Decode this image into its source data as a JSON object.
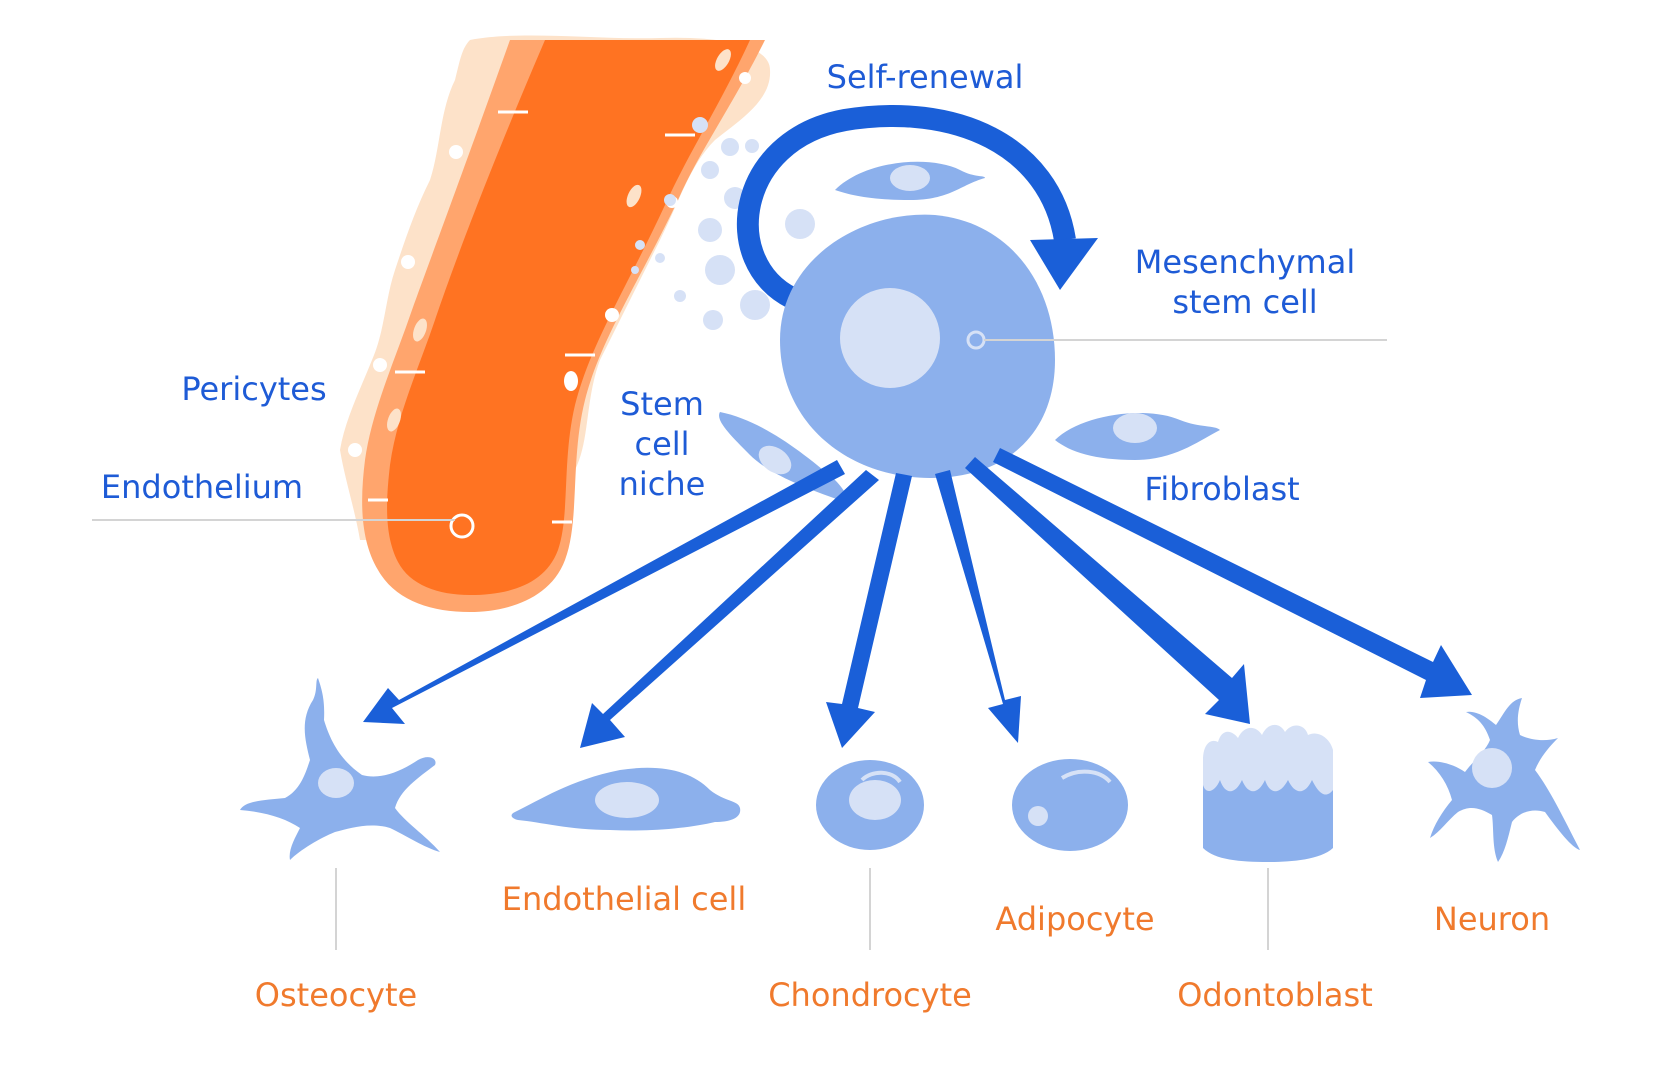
{
  "colors": {
    "blue_text": "#1e5bd6",
    "orange_text": "#f07a2d",
    "arrow_blue": "#1a5fd8",
    "cell_blue": "#8cb0ec",
    "cell_light": "#d6e1f6",
    "vessel_orange": "#ff7322",
    "vessel_mid": "#ffa56d",
    "vessel_light": "#fde2c9",
    "leader_gray": "#d4d4d4"
  },
  "labels": {
    "self_renewal": "Self-renewal",
    "msc_line1": "Mesenchymal",
    "msc_line2": "stem cell",
    "fibroblast": "Fibroblast",
    "pericytes": "Pericytes",
    "endothelium": "Endothelium",
    "niche_line1": "Stem",
    "niche_line2": "cell",
    "niche_line3": "niche"
  },
  "cell_types": {
    "osteocyte": "Osteocyte",
    "endothelial_cell": "Endothelial cell",
    "chondrocyte": "Chondrocyte",
    "adipocyte": "Adipocyte",
    "odontoblast": "Odontoblast",
    "neuron": "Neuron"
  }
}
